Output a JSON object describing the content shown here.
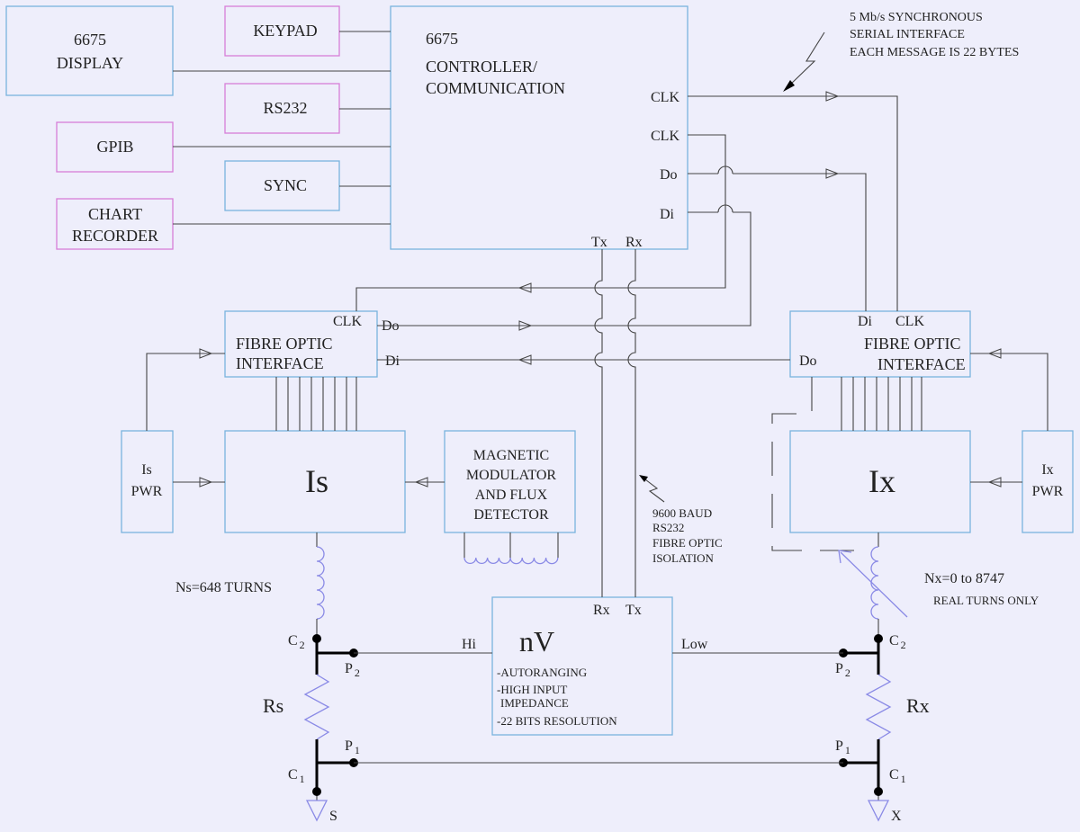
{
  "blocks": {
    "display": [
      "6675",
      "DISPLAY"
    ],
    "keypad": "KEYPAD",
    "rs232": "RS232",
    "gpib": "GPIB",
    "sync": "SYNC",
    "chart_recorder": [
      "CHART",
      "RECORDER"
    ],
    "controller": [
      "6675",
      "CONTROLLER/",
      "COMMUNICATION"
    ],
    "fo_left": [
      "FIBRE OPTIC",
      "INTERFACE"
    ],
    "fo_right": [
      "FIBRE OPTIC",
      "INTERFACE"
    ],
    "is_pwr": [
      "Is",
      "PWR"
    ],
    "ix_pwr": [
      "Ix",
      "PWR"
    ],
    "is": "Is",
    "ix": "Ix",
    "magmod": [
      "MAGNETIC",
      "MODULATOR",
      "AND FLUX",
      "DETECTOR"
    ],
    "nv": "nV",
    "nv_notes": [
      "-AUTORANGING",
      "-HIGH INPUT",
      "IMPEDANCE",
      "-22 BITS RESOLUTION"
    ]
  },
  "pins": {
    "clk": "CLK",
    "do": "Do",
    "di": "Di",
    "tx": "Tx",
    "rx": "Rx",
    "hi": "Hi",
    "low": "Low"
  },
  "annotations": {
    "serial": [
      "5 Mb/s SYNCHRONOUS",
      "SERIAL INTERFACE",
      "EACH MESSAGE IS 22 BYTES"
    ],
    "baud": [
      "9600 BAUD",
      "RS232",
      "FIBRE OPTIC",
      "ISOLATION"
    ],
    "ns": "Ns=648  TURNS",
    "nx": [
      "Nx=0 to 8747",
      "REAL TURNS ONLY"
    ]
  },
  "components": {
    "rs": "Rs",
    "rx": "Rx",
    "c": "C",
    "p": "P",
    "sub1": "1",
    "sub2": "2",
    "ground_s": "S",
    "ground_x": "X"
  },
  "colors": {
    "background": "#eeeefb",
    "box_blue": "#7ab3dd",
    "box_pink": "#d77ed7",
    "coil": "#8a8ae6"
  }
}
